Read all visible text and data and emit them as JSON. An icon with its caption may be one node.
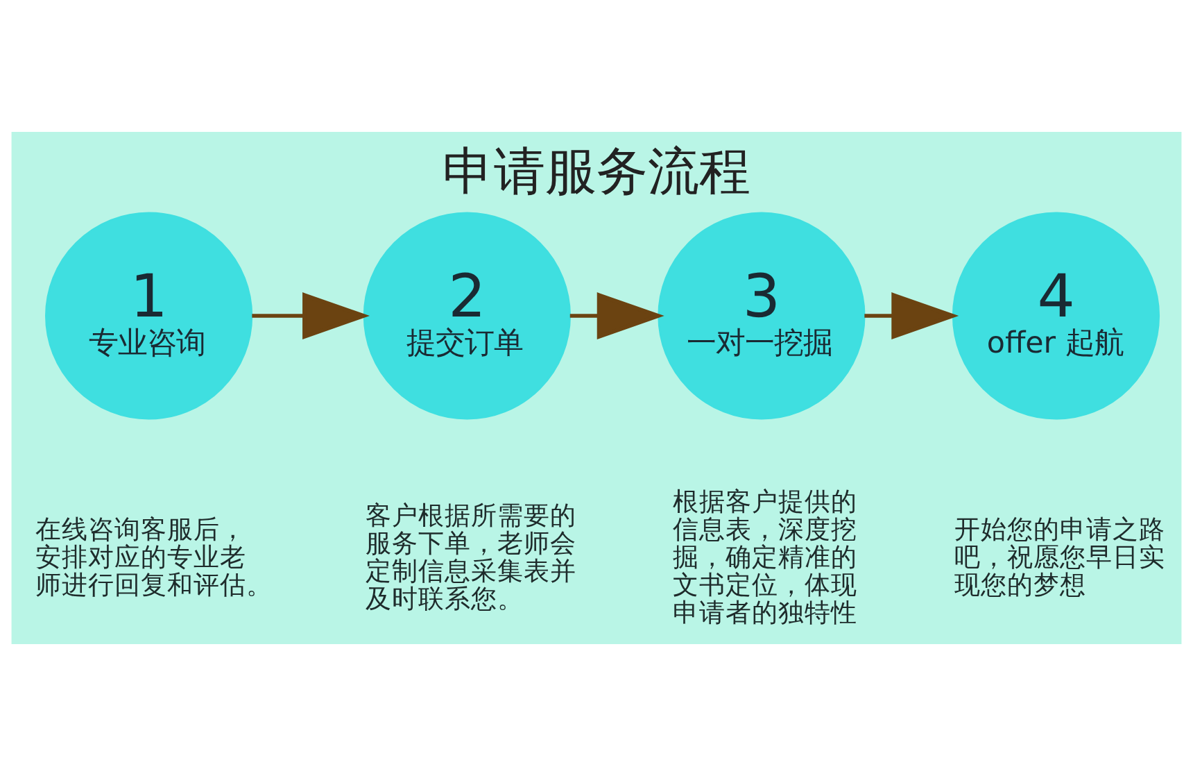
{
  "diagram": {
    "title": "申请服务流程",
    "nodes": [
      {
        "text": [
          "1",
          "专业咨询"
        ],
        "beside": [
          "在线咨询客服后，安排对应的专业老师进行回复和评估。"
        ]
      },
      {
        "text": [
          "2",
          "提交订单"
        ],
        "beside": [
          "客户根据所需要的服务下单，老师会定制信息采集表并及时联系您。"
        ]
      },
      {
        "text": [
          "3",
          "一对一挖掘"
        ],
        "beside": [
          "根据客户提供的信息表，深度挖掘，确定精准的文书定位，体现申请者的独特性"
        ]
      },
      {
        "text": [
          "4",
          "offer 起航"
        ],
        "beside": [
          "开始您的申请之路吧，祝愿您早日实现您的梦想"
        ]
      }
    ],
    "edges": [
      {
        "from": 0,
        "to": 1,
        "arrow": "to"
      },
      {
        "from": 1,
        "to": 2,
        "arrow": "to"
      },
      {
        "from": 2,
        "to": 3,
        "arrow": "to"
      }
    ]
  }
}
